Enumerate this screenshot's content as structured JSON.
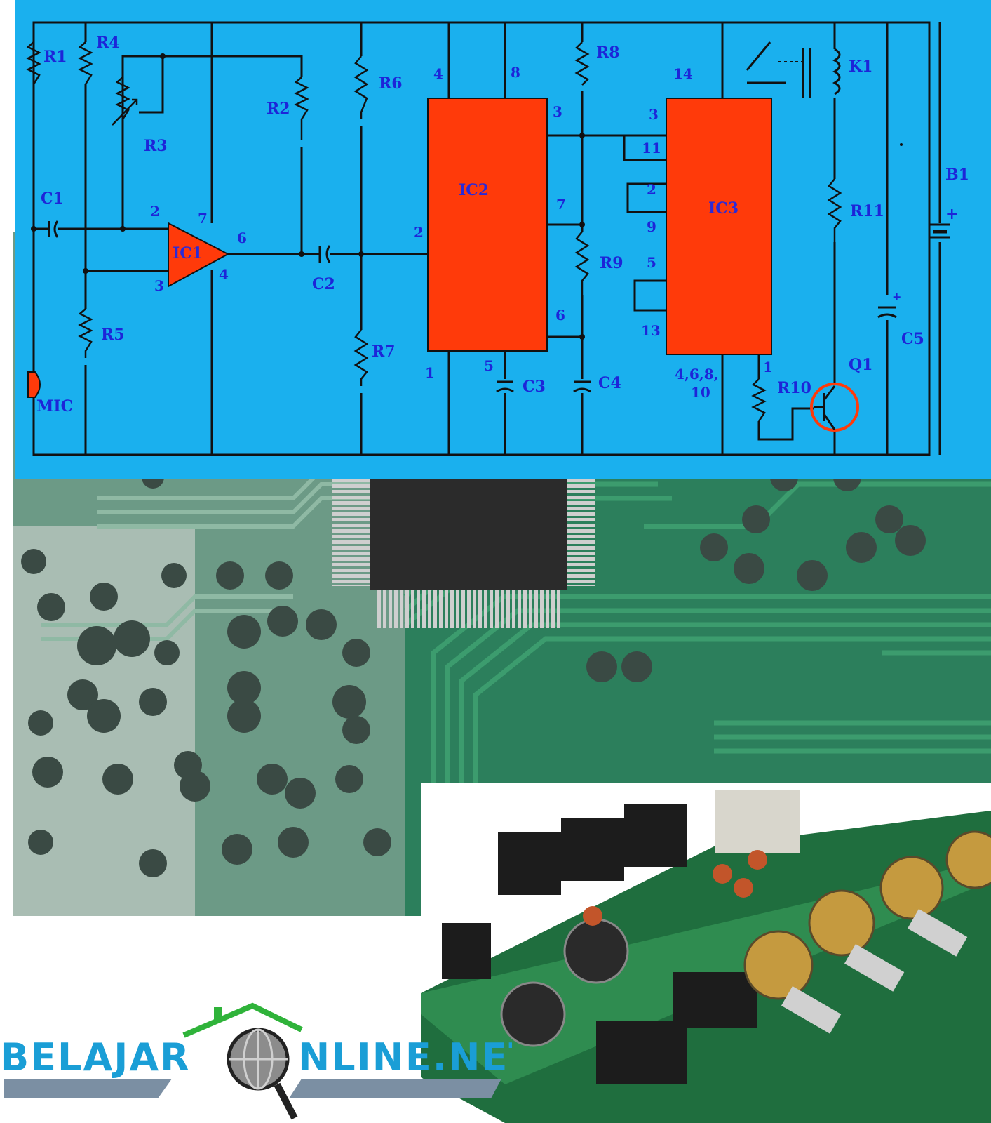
{
  "schematic": {
    "components": {
      "r1": "R1",
      "r2": "R2",
      "r3": "R3",
      "r4": "R4",
      "r5": "R5",
      "r6": "R6",
      "r7": "R7",
      "r8": "R8",
      "r9": "R9",
      "r10": "R10",
      "r11": "R11",
      "c1": "C1",
      "c2": "C2",
      "c3": "C3",
      "c4": "C4",
      "c5": "C5",
      "ic1": "IC1",
      "ic2": "IC2",
      "ic3": "IC3",
      "k1": "K1",
      "q1": "Q1",
      "b1": "B1",
      "mic": "MIC"
    },
    "ic1_pins": {
      "p2": "2",
      "p3": "3",
      "p4": "4",
      "p6": "6",
      "p7": "7"
    },
    "ic2_pins": {
      "p1": "1",
      "p2": "2",
      "p3": "3",
      "p4": "4",
      "p5": "5",
      "p6": "6",
      "p7": "7",
      "p8": "8"
    },
    "ic3_pins": {
      "p1": "1",
      "p2": "2",
      "p3": "3",
      "p5": "5",
      "p9": "9",
      "p11": "11",
      "p13": "13",
      "p14": "14",
      "gnd_a": "4,6,8,",
      "gnd_b": "10"
    },
    "polarity": {
      "plus": "+"
    }
  },
  "logo": {
    "text_left": "BELAJAR",
    "text_right": "NLINE.NET"
  },
  "colors": {
    "schematic_bg": "#1ab0ee",
    "ic_fill": "#ff3a0a",
    "label": "#1d25d8",
    "pcb_green": "#2f8a64",
    "logo_blue": "#1a9ed6",
    "logo_green": "#2fb33a"
  }
}
